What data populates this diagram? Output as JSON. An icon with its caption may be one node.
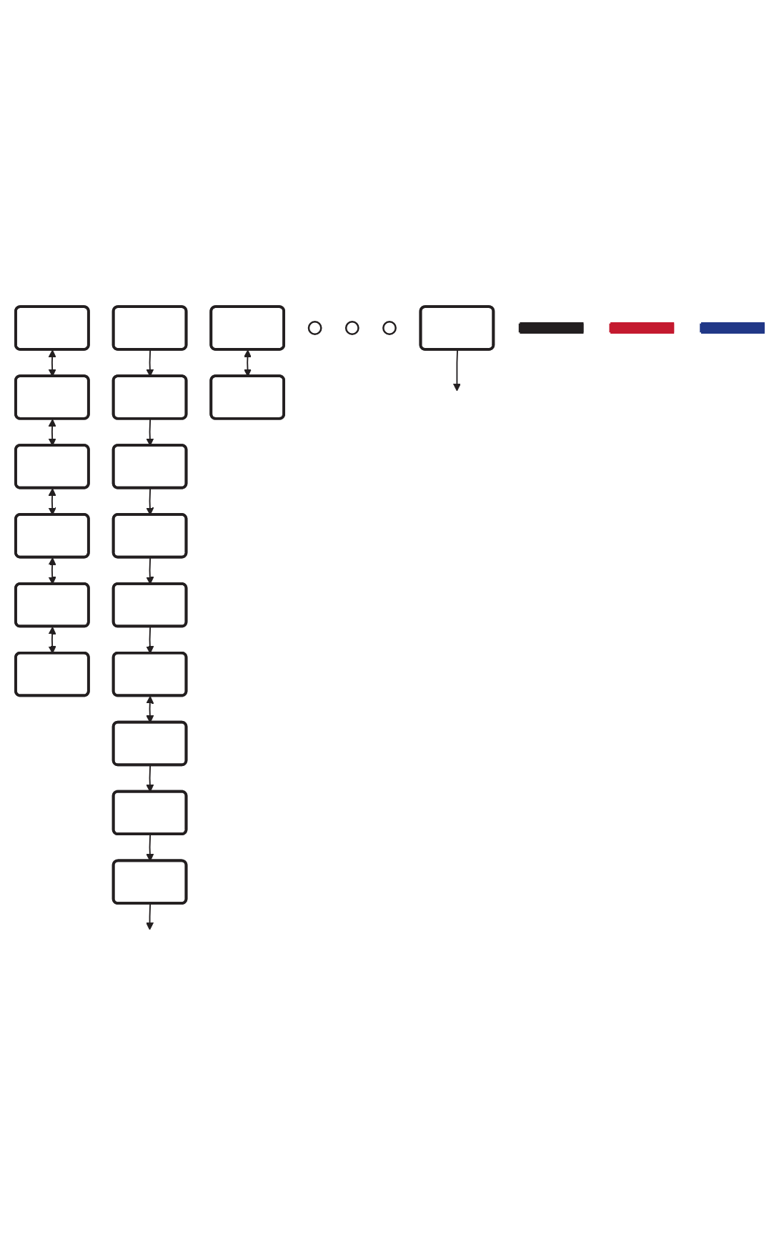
{
  "diagram": {
    "nodes": [
      {
        "text": [],
        "shape": "box"
      },
      {
        "text": [],
        "shape": "box"
      },
      {
        "text": [],
        "shape": "box"
      },
      {
        "text": [],
        "shape": "box"
      },
      {
        "text": [],
        "shape": "box"
      },
      {
        "text": [],
        "shape": "box"
      },
      {
        "text": [],
        "shape": "box"
      },
      {
        "text": [],
        "shape": "box"
      },
      {
        "text": [],
        "shape": "box"
      },
      {
        "text": [],
        "shape": "circle"
      },
      {
        "text": [],
        "shape": "box"
      },
      {
        "text": [],
        "shape": "box"
      },
      {
        "text": [],
        "shape": "box"
      },
      {
        "text": [],
        "shape": "circle"
      },
      {
        "text": [],
        "shape": "box"
      },
      {
        "text": [],
        "shape": "box"
      },
      {
        "text": [],
        "shape": "circle"
      },
      {
        "text": [],
        "shape": "box"
      },
      {
        "text": [],
        "shape": "box"
      },
      {
        "text": [],
        "shape": "box"
      },
      {
        "text": [],
        "shape": "box"
      },
      {
        "text": [],
        "shape": "bar"
      },
      {
        "text": [],
        "shape": "bar"
      },
      {
        "text": [],
        "shape": "bar"
      }
    ],
    "edges": [
      {
        "from": 0,
        "to": null,
        "arrow": "to"
      },
      {
        "from": 1,
        "to": 2,
        "arrow": "both"
      },
      {
        "from": 2,
        "to": 3,
        "arrow": "both"
      },
      {
        "from": 3,
        "to": 4,
        "arrow": "both"
      },
      {
        "from": 4,
        "to": 5,
        "arrow": "both"
      },
      {
        "from": 5,
        "to": 6,
        "arrow": "both"
      },
      {
        "from": 7,
        "to": 8,
        "arrow": "to"
      },
      {
        "from": 8,
        "to": 10,
        "arrow": "to"
      },
      {
        "from": 10,
        "to": 11,
        "arrow": "to"
      },
      {
        "from": 11,
        "to": 12,
        "arrow": "to"
      },
      {
        "from": 12,
        "to": 14,
        "arrow": "to"
      },
      {
        "from": 14,
        "to": 15,
        "arrow": "both"
      },
      {
        "from": 15,
        "to": 17,
        "arrow": "to"
      },
      {
        "from": 17,
        "to": 18,
        "arrow": "to"
      },
      {
        "from": 18,
        "to": null,
        "arrow": "to"
      },
      {
        "from": 19,
        "to": 20,
        "arrow": "both"
      }
    ]
  }
}
